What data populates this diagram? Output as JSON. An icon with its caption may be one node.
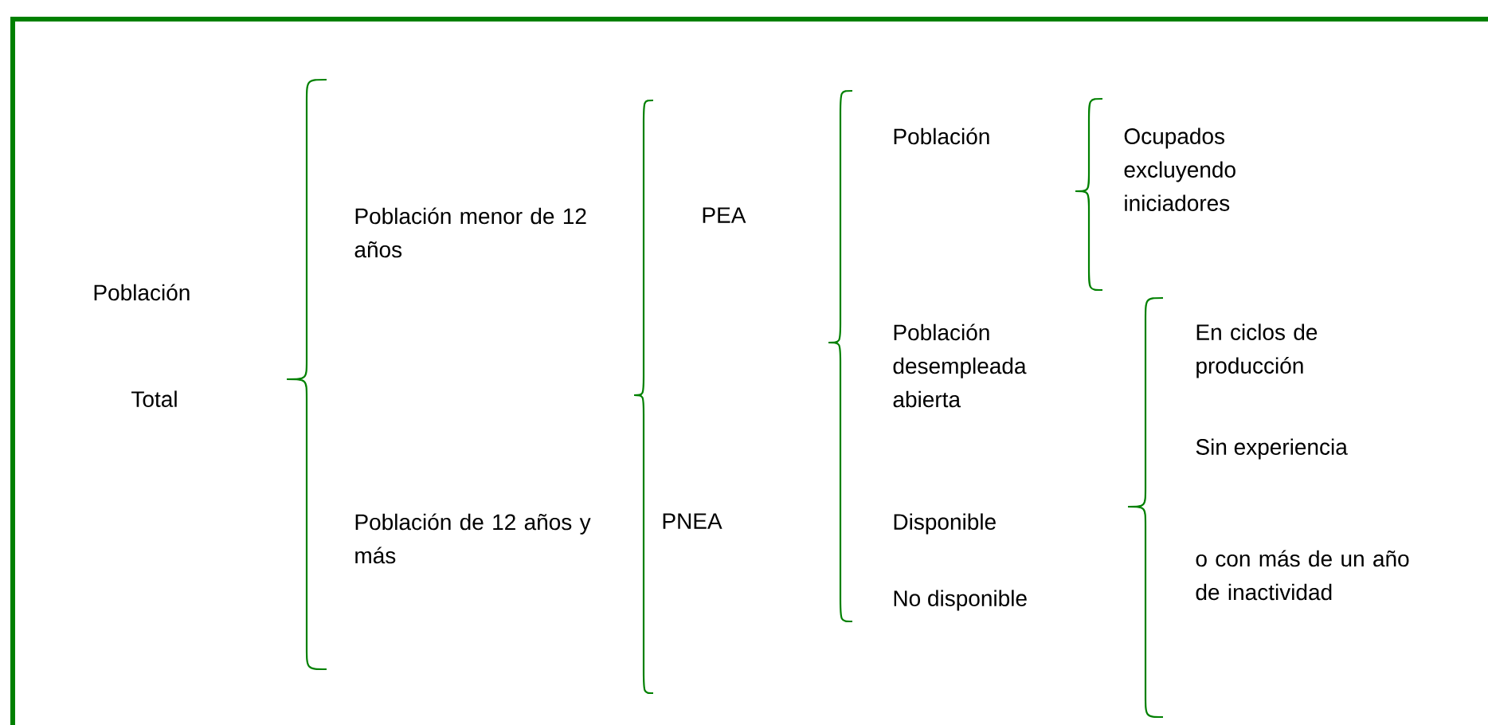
{
  "diagram": {
    "labels": [
      "Población",
      "Total",
      "Población menor de 12 años",
      "Población de 12 años y más",
      "PEA",
      "PNEA",
      "Población",
      "Ocupados excluyendo iniciadores",
      "Población desempleada abierta",
      "Disponible",
      "No disponible",
      "En ciclos de producción",
      "Sin experiencia",
      "o con más de un año de inactividad"
    ]
  }
}
